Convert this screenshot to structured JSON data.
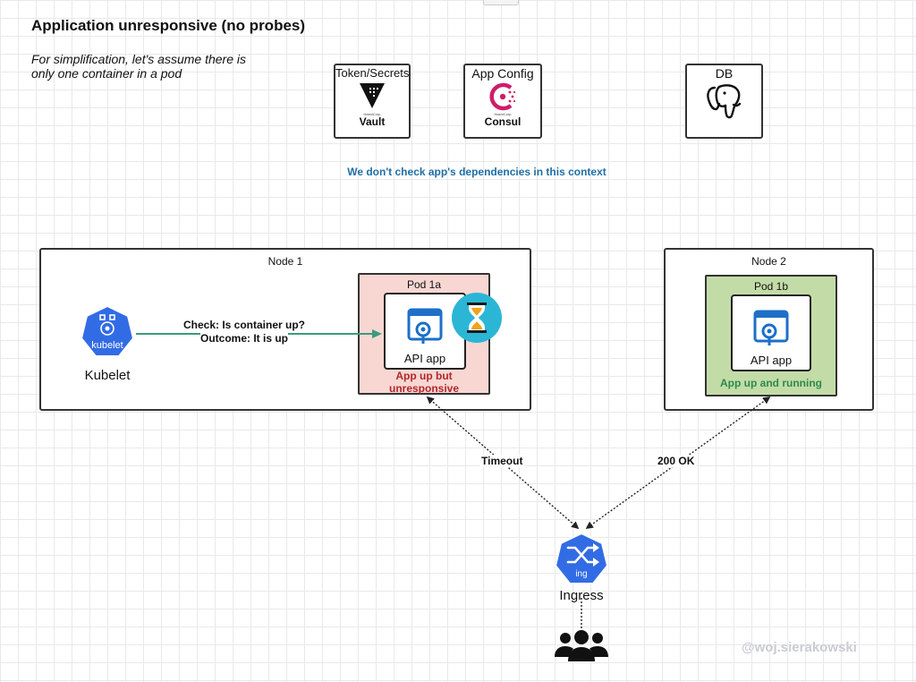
{
  "title": "Application unresponsive (no probes)",
  "subtitle": "For simplification, let's assume there is only one container in a pod",
  "dependencies": {
    "token": {
      "label": "Token/Secrets",
      "logo_small": "HashiCorp",
      "logo_text": "Vault"
    },
    "config": {
      "label": "App Config",
      "logo_small": "HashiCorp",
      "logo_text": "Consul"
    },
    "db": {
      "label": "DB"
    }
  },
  "deps_note": "We don't check app's dependencies in this context",
  "node1": {
    "title": "Node 1",
    "kubelet_badge": "kubelet",
    "kubelet_label": "Kubelet",
    "check_line1": "Check: Is container up?",
    "check_line2": "Outcome: It is up",
    "pod": {
      "title": "Pod 1a",
      "app_label": "API app",
      "status_line1": "App up but",
      "status_line2": "unresponsive"
    }
  },
  "node2": {
    "title": "Node 2",
    "pod": {
      "title": "Pod 1b",
      "app_label": "API app",
      "status": "App up and running"
    }
  },
  "edges": {
    "timeout": "Timeout",
    "ok": "200 OK"
  },
  "ingress": {
    "badge": "ing",
    "label": "Ingress"
  },
  "watermark": "@woj.sierakowski",
  "colors": {
    "pod1a_fill": "#f8d7d2",
    "pod1a_status": "#b3262b",
    "pod1b_fill": "#c3dca7",
    "pod1b_status": "#2c8a4a",
    "k8s_blue": "#326ce5",
    "note_blue": "#1f6fa5",
    "hourglass_bg": "#2bb6d6",
    "hourglass_sand": "#f3a21b"
  }
}
